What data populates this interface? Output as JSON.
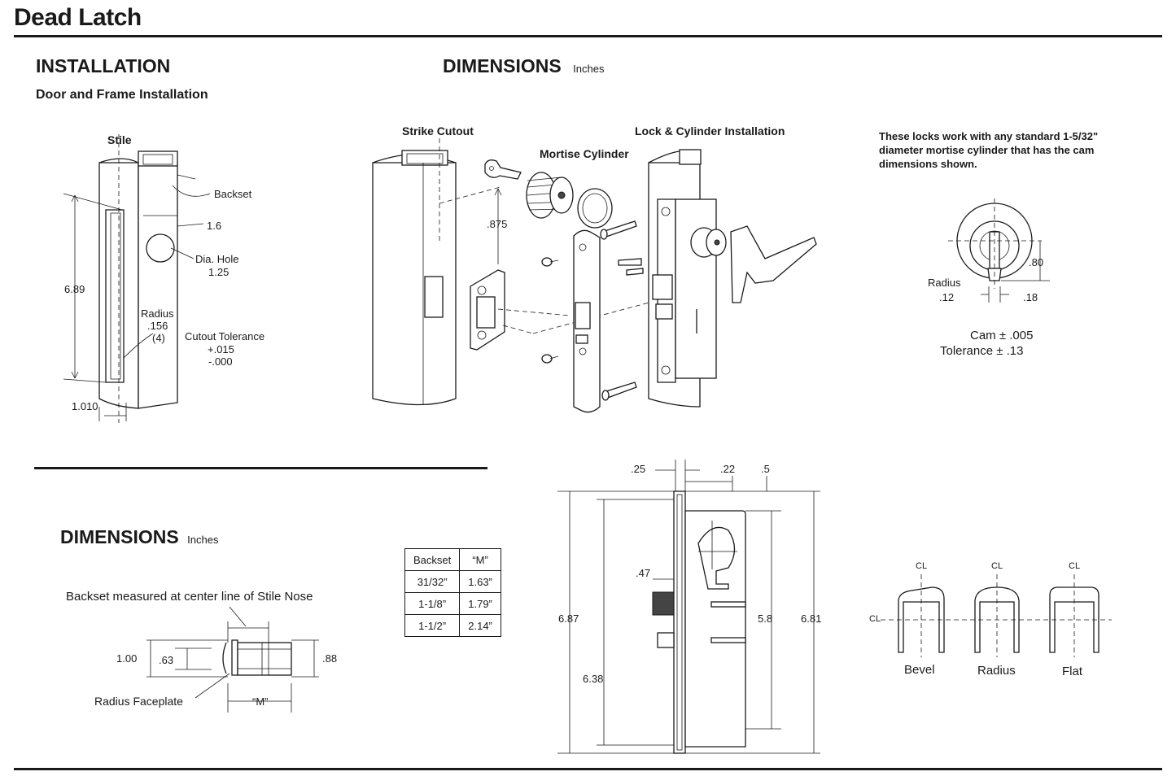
{
  "title": "Dead Latch",
  "installation": {
    "heading": "INSTALLATION",
    "subheading": "Door and Frame Installation",
    "labels": {
      "stile": "Stile",
      "backset": "Backset",
      "dim_1_6": "1.6",
      "dia_hole": "Dia. Hole",
      "dia_hole_value": "1.25",
      "height": "6.89",
      "radius": "Radius",
      "radius_value": ".156",
      "radius_count": "(4)",
      "cutout_tolerance": "Cutout Tolerance",
      "tol_plus": "+.015",
      "tol_minus": "-.000",
      "width": "1.010"
    }
  },
  "dimensions_top": {
    "heading": "DIMENSIONS",
    "unit": "Inches",
    "labels": {
      "strike_cutout": "Strike Cutout",
      "mortise_cylinder": "Mortise Cylinder",
      "lock_cylinder_install": "Lock & Cylinder Installation",
      "dim_875": ".875"
    }
  },
  "cam_note": {
    "text": "These locks work with any standard 1-5/32\" diameter mortise cylinder that has the cam dimensions shown.",
    "radius": "Radius",
    "radius_value": ".12",
    "dim_80": ".80",
    "dim_18": ".18",
    "cam_tol": "Cam ± .005",
    "tolerance": "Tolerance ± .13"
  },
  "dimensions_bottom": {
    "heading": "DIMENSIONS",
    "unit": "Inches",
    "backset_note": "Backset measured at center line of Stile Nose",
    "dim_100": "1.00",
    "dim_63": ".63",
    "dim_88": ".88",
    "radius_faceplate": "Radius Faceplate",
    "m_label": "“M”"
  },
  "backset_table": {
    "headers": [
      "Backset",
      "“M”"
    ],
    "rows": [
      [
        "31/32”",
        "1.63”"
      ],
      [
        "1-1/8”",
        "1.79”"
      ],
      [
        "1-1/2”",
        "2.14”"
      ]
    ]
  },
  "lock_body": {
    "dim_25": ".25",
    "dim_22": ".22",
    "dim_5": ".5",
    "dim_47": ".47",
    "dim_687": "6.87",
    "dim_638": "6.38",
    "dim_58": "5.8",
    "dim_681": "6.81"
  },
  "profiles": {
    "cl": "CL",
    "items": [
      "Bevel",
      "Radius",
      "Flat"
    ]
  }
}
